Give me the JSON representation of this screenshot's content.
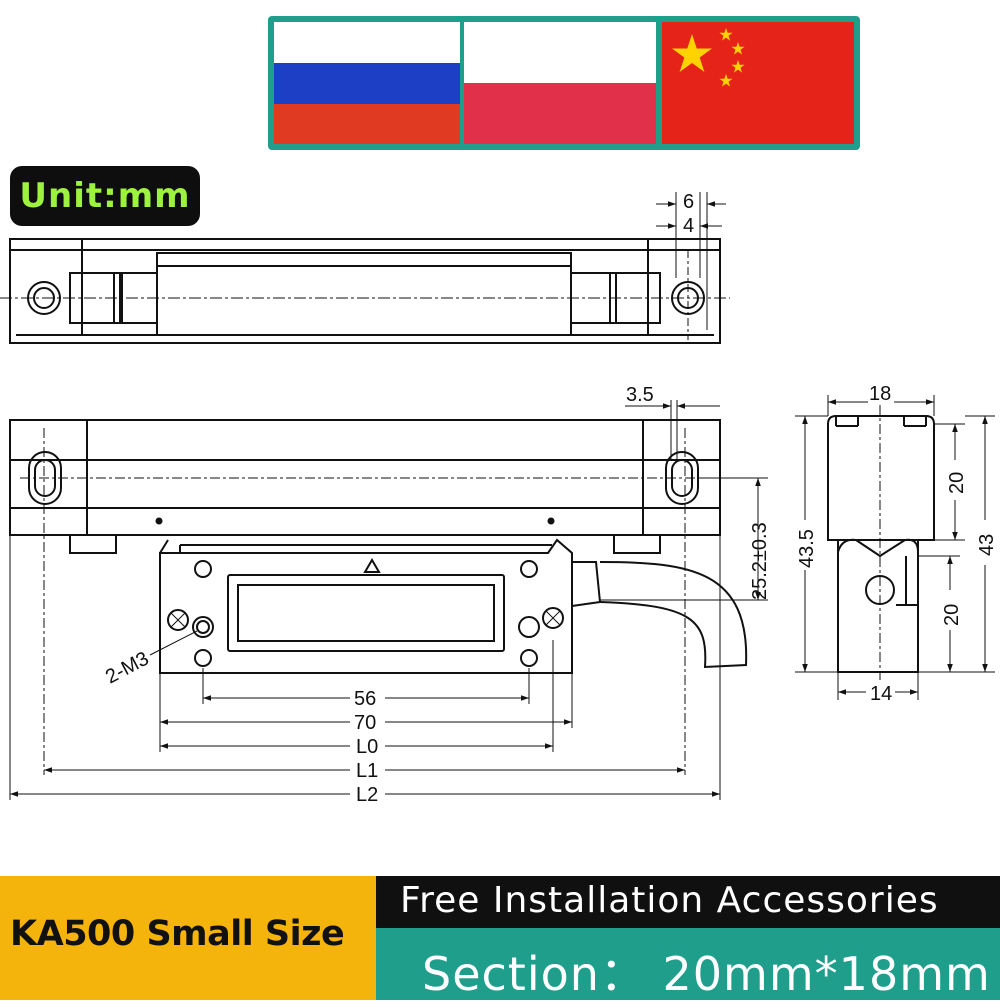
{
  "unit_label": "Unit:mm",
  "flags": [
    {
      "name": "russia-flag",
      "colors": [
        "#ffffff",
        "#1d3fc6",
        "#e03a22"
      ]
    },
    {
      "name": "poland-flag",
      "colors": [
        "#ffffff",
        "#e0304a"
      ]
    },
    {
      "name": "china-flag",
      "colors": [
        "#e52318",
        "#ffd200"
      ]
    }
  ],
  "dimensions": {
    "top_6": "6",
    "top_4": "4",
    "front_3_5": "3.5",
    "side_18": "18",
    "side_20_upper": "20",
    "side_43_5": "43.5",
    "side_43": "43",
    "side_20_lower": "20",
    "side_14": "14",
    "height_25_2": "25.2±0.3",
    "hole_label": "2-M3",
    "dim_56": "56",
    "dim_70": "70",
    "dim_L0": "L0",
    "dim_L1": "L1",
    "dim_L2": "L2"
  },
  "footer": {
    "model": "KA500 Small Size",
    "accessories": "Free Installation Accessories",
    "section": "Section： 20mm*18mm"
  },
  "colors": {
    "accent_teal": "#1f9e8c",
    "accent_yellow": "#f5b40c",
    "badge_text": "#9cf23c"
  }
}
